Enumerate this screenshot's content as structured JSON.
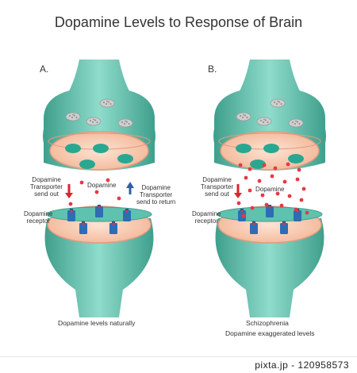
{
  "title": "Dopamine Levels to Response of Brain",
  "panels": [
    {
      "letter": "A.",
      "transporter_send_out": "Dopamine\nTransporter\nsend out",
      "dopamine": "Dopamine",
      "transporter_return": "Dopamine\nTransporter\nsend to return",
      "receptor": "Dopamine\nreceptor",
      "caption": "Dopamine levels naturally"
    },
    {
      "letter": "B.",
      "transporter_send_out": "Dopamine\nTransporter\nsend out",
      "dopamine": "Dopamine",
      "receptor": "Dopamine\nreceptor",
      "caption": "Schizophrenia",
      "subcaption": "Dopamine exaggerated levels"
    }
  ],
  "watermark": "pixta.jp - 120958573",
  "colors": {
    "neuron": "#5fc2ae",
    "neuron_dark": "#3f9f8c",
    "membrane": "#f5c3a8",
    "membrane_edge": "#e49a7e",
    "vesicle": "#2aa790",
    "dopamine": "#e53945",
    "receptor": "#2e6cb5",
    "arrow_out": "#d8262f",
    "arrow_return": "#2e5fa8"
  }
}
